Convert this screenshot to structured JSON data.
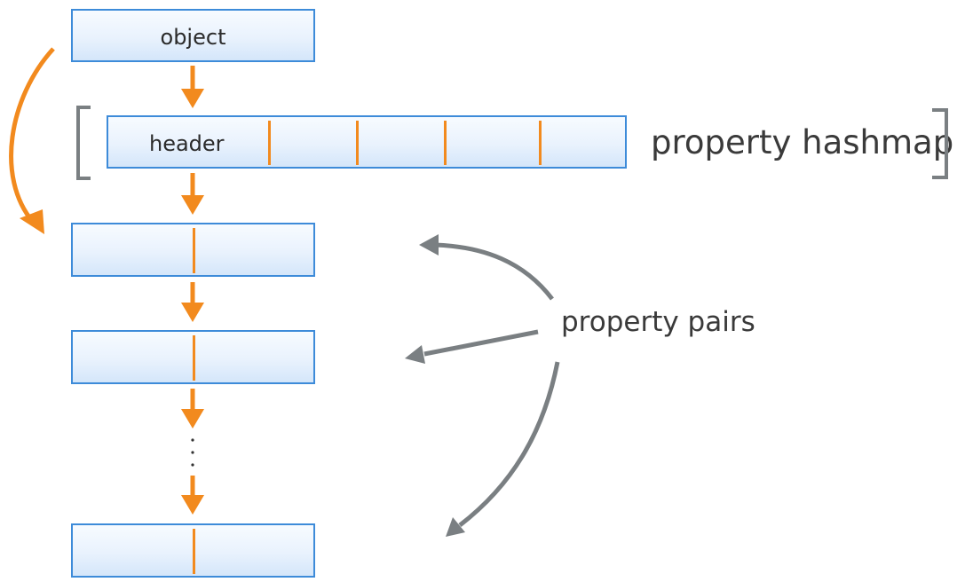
{
  "labels": {
    "object": "object",
    "header": "header",
    "hashmap": "property hashmap",
    "pairs": "property pairs"
  },
  "colors": {
    "box_border": "#3d8bd9",
    "box_fill_top": "#f7fbff",
    "box_fill_bottom": "#d4e6fa",
    "orange_arrow": "#f28a1e",
    "gray_arrow": "#7a7f82",
    "text": "#2b2b2b"
  },
  "icons": {
    "down_arrow": "orange-down-arrow-icon",
    "curved_arrow": "orange-curved-arrow-icon",
    "pointer_arrow": "gray-pointer-arrow-icon",
    "bracket": "gray-bracket-icon"
  }
}
